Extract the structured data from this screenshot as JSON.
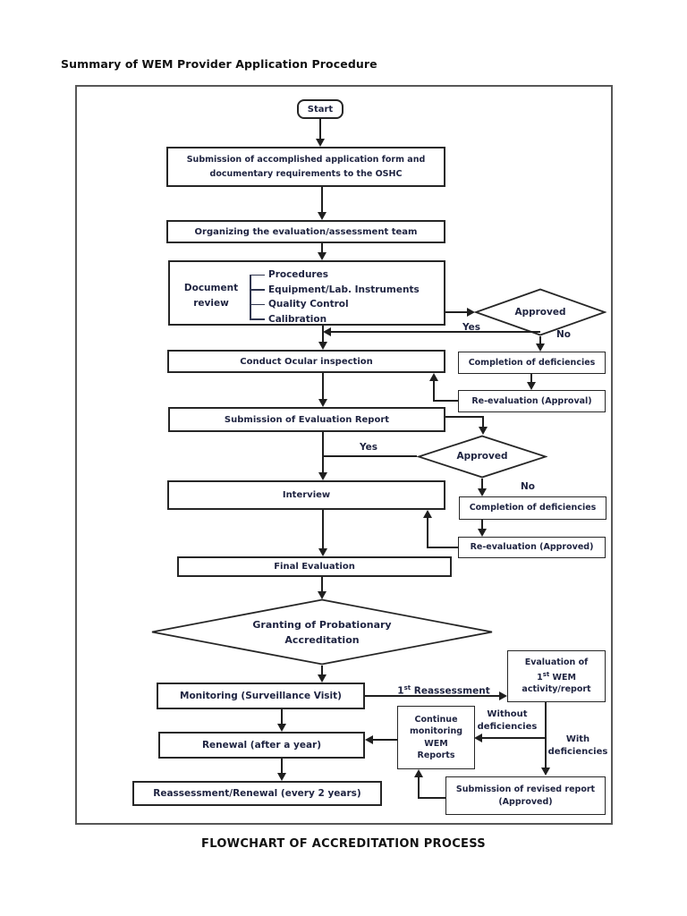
{
  "page": {
    "title": "Summary of WEM Provider Application Procedure",
    "caption": "FLOWCHART OF ACCREDITATION PROCESS"
  },
  "nodes": {
    "start": "Start",
    "submission": {
      "line1": "Submission of accomplished application form and",
      "line2": "documentary requirements to the OSHC"
    },
    "organizing": "Organizing the evaluation/assessment team",
    "doc_review": {
      "label_line1": "Document",
      "label_line2": "review",
      "items": [
        "Procedures",
        "Equipment/Lab. Instruments",
        "Quality Control",
        "Calibration"
      ]
    },
    "approved1": "Approved",
    "completion1": "Completion of deficiencies",
    "reevaluation1": "Re-evaluation (Approval)",
    "ocular": "Conduct Ocular inspection",
    "eval_report": "Submission of Evaluation Report",
    "approved2": "Approved",
    "completion2": "Completion of deficiencies",
    "reevaluation2": "Re-evaluation (Approved)",
    "interview": "Interview",
    "final_eval": "Final Evaluation",
    "granting": {
      "line1": "Granting of Probationary",
      "line2": "Accreditation"
    },
    "monitoring": "Monitoring (Surveillance Visit)",
    "eval_wem": {
      "line1": "Evaluation of",
      "line2_num": "1",
      "line2_sup": "st",
      "line2_rest": " WEM",
      "line3": "activity/report"
    },
    "continue_monitoring": {
      "line1": "Continue",
      "line2": "monitoring",
      "line3": "WEM",
      "line4": "Reports"
    },
    "renewal": "Renewal (after a year)",
    "reassessment": "Reassessment/Renewal (every 2 years)",
    "revised_report": {
      "line1": "Submission of revised report",
      "line2": "(Approved)"
    }
  },
  "edge_labels": {
    "yes1": "Yes",
    "no1": "No",
    "yes2": "Yes",
    "no2": "No",
    "first_reassessment": {
      "num": "1",
      "sup": "st",
      "rest": " Reassessment"
    },
    "without": {
      "line1": "Without",
      "line2": "deficiencies"
    },
    "with": {
      "line1": "With",
      "line2": "deficiencies"
    }
  },
  "colors": {
    "line": "#1f1f1f",
    "text": "#1e2340",
    "box_border": "#262626",
    "outer_border": "#575757"
  }
}
